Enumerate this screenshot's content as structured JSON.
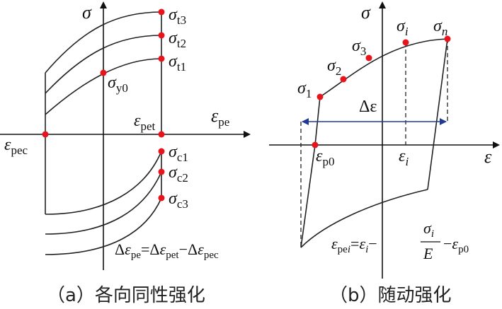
{
  "panel_a": {
    "axis_y": "σ",
    "axis_x": "ε",
    "axis_x_sub": "pe",
    "sigma": "σ",
    "eps": "ε",
    "labels": {
      "t3": "t3",
      "t2": "t2",
      "t1": "t1",
      "y0": "y0",
      "c1": "c1",
      "c2": "c2",
      "c3": "c3",
      "pet": "pet",
      "pec": "pec"
    },
    "formula": {
      "delta": "Δ",
      "eps": "ε",
      "sub_pe": "pe",
      "eq": "=",
      "sub_pet": "pet",
      "minus": "−",
      "sub_pec": "pec"
    },
    "caption": "（a）各向同性强化"
  },
  "panel_b": {
    "axis_y": "σ",
    "axis_x": "ε",
    "sigma": "σ",
    "eps": "ε",
    "labels": {
      "s1": "1",
      "s2": "2",
      "s3": "3",
      "si": "i",
      "sn": "n",
      "ei": "i",
      "ep0": "p0"
    },
    "delta_eps": "Δε",
    "formula": {
      "eps": "ε",
      "sub_pei_p": "pe",
      "sub_pei_i": "i",
      "eq": "=",
      "sub_i": "i",
      "minus": "−",
      "frac_num_sigma": "σ",
      "frac_num_sub": "i",
      "frac_den": "E",
      "sub_p0": "p0"
    },
    "caption": "（b）随动强化"
  },
  "colors": {
    "curve": "#222222",
    "point": "#e8141b",
    "arrow": "#1f3a93"
  }
}
